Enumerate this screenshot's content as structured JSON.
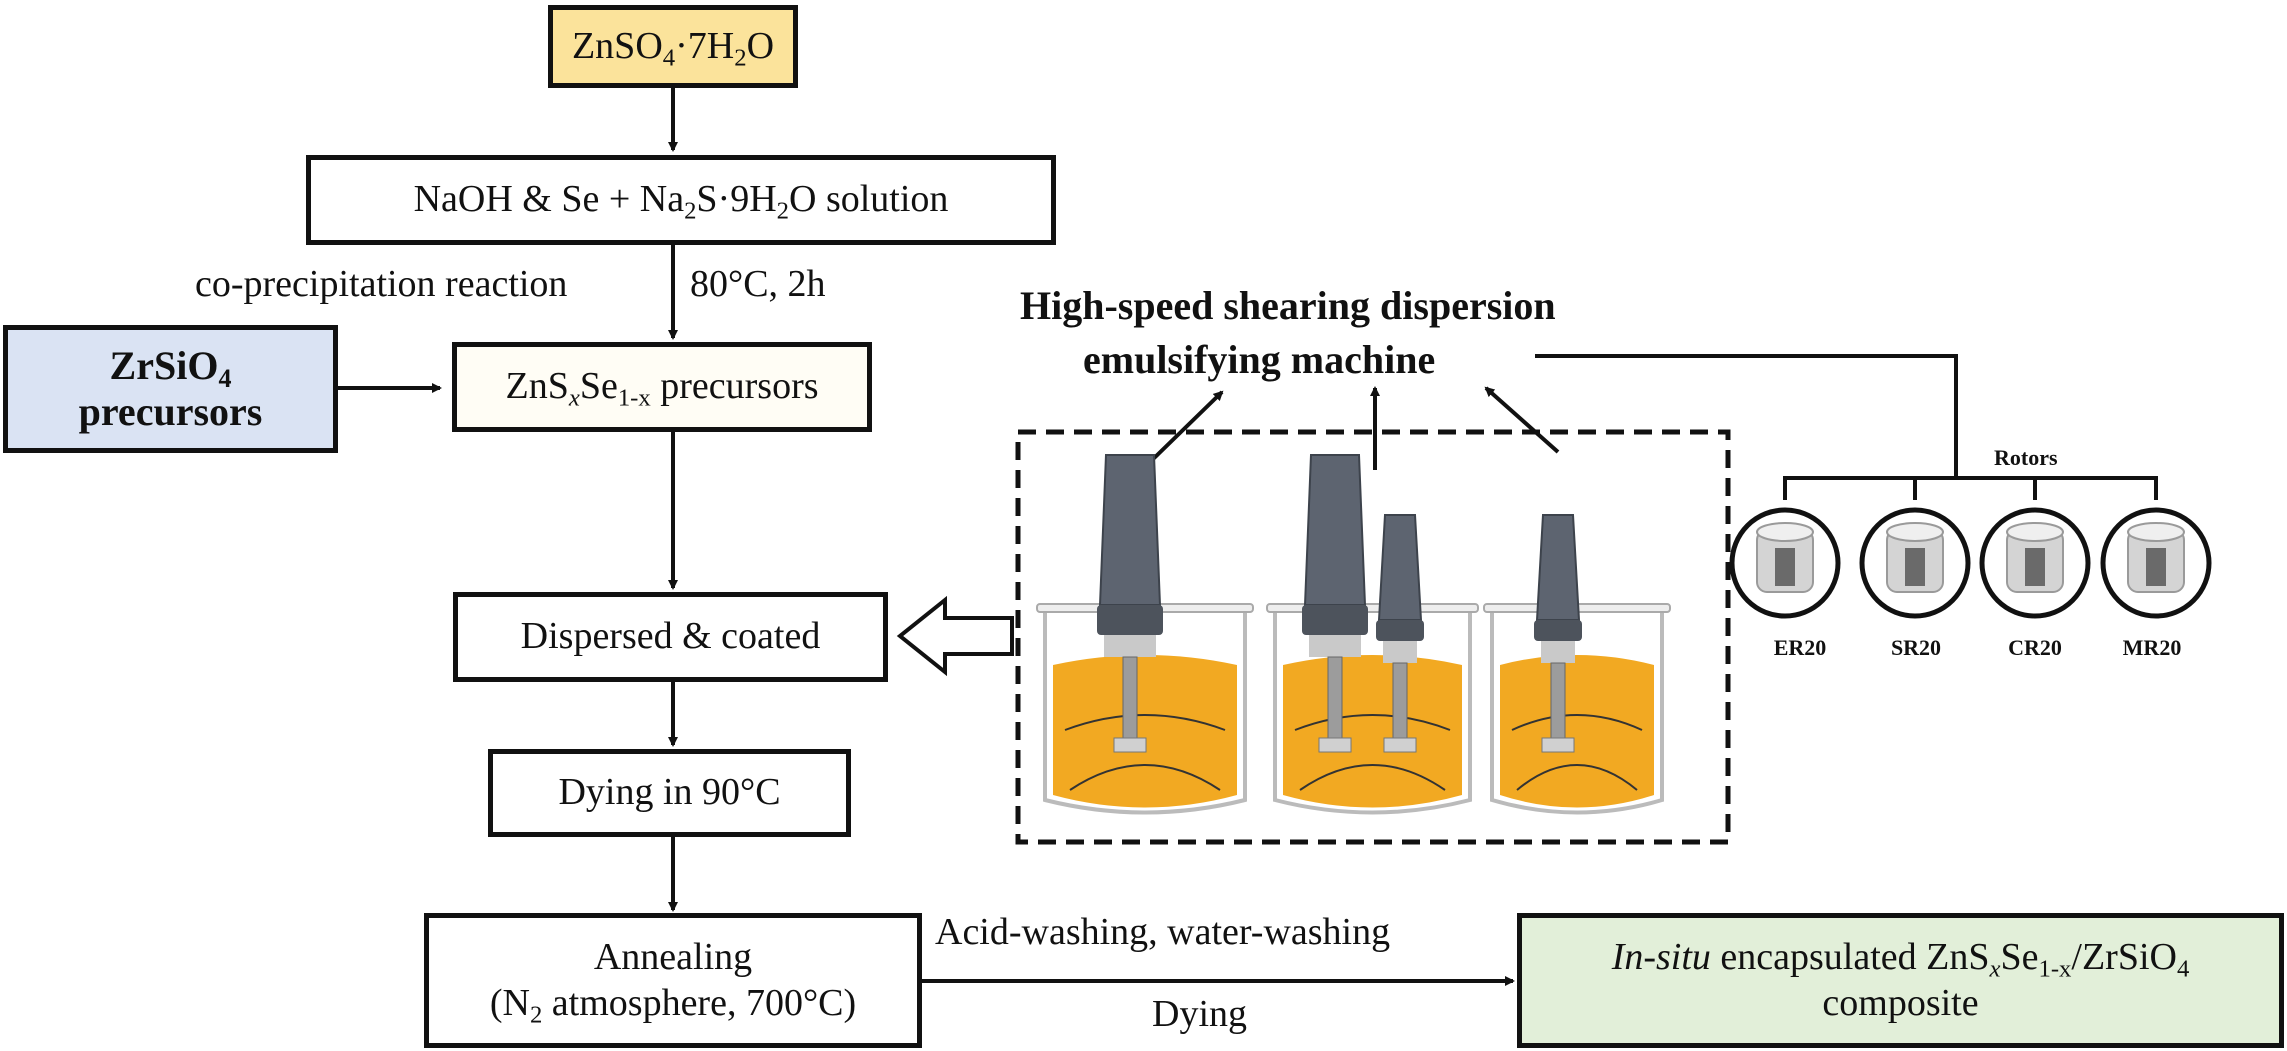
{
  "diagram": {
    "nodes": {
      "znso4": {
        "main": "ZnSO",
        "sub1": "4",
        "mid": "·7H",
        "sub2": "2",
        "end": "O"
      },
      "naoh": {
        "t1": "NaOH & Se + Na",
        "s1": "2",
        "t2": "S·9H",
        "s2": "2",
        "t3": "O solution"
      },
      "zrsio4": {
        "t1": "ZrSiO",
        "s1": "4",
        "t2": "precursors"
      },
      "znsse": {
        "t1": "ZnS",
        "s1": "x",
        "t2": "Se",
        "s2": "1-x",
        "t3": " precursors"
      },
      "dispersed": {
        "text": "Dispersed & coated"
      },
      "drying": {
        "text": "Dying in  90°C"
      },
      "annealing": {
        "line1": "Annealing",
        "l2a": "(N",
        "l2s": "2",
        "l2b": " atmosphere, 700°C)"
      },
      "composite": {
        "italic": "In-situ",
        "t1": " encapsulated ZnS",
        "s1": "x",
        "t2": "Se",
        "s2": "1-x",
        "t3": "/ZrSiO",
        "s3": "4",
        "line2": "composite"
      }
    },
    "edge_labels": {
      "coprecip": "co-precipitation reaction",
      "conditions": "80°C, 2h",
      "washing": "Acid-washing, water-washing",
      "dying": "Dying"
    },
    "machine": {
      "title_line1": "High-speed shearing dispersion",
      "title_line2": "emulsifying machine",
      "rotors_label": "Rotors",
      "rotors": [
        "ER20",
        "SR20",
        "CR20",
        "MR20"
      ]
    },
    "colors": {
      "znso4_fill": "#fbe39b",
      "zrsio4_fill": "#dae3f3",
      "znsse_fill": "#fffdf5",
      "composite_fill": "#e2efd9",
      "liquid": "#f2a922",
      "device": "#5d6470"
    }
  }
}
